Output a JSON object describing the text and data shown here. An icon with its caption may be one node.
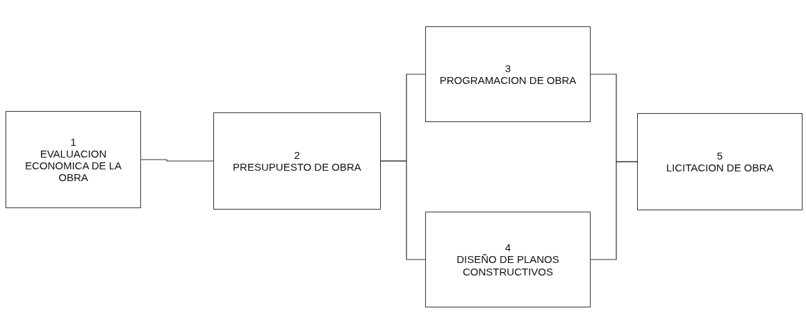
{
  "diagram": {
    "nodes": [
      {
        "text": [
          "1",
          "EVALUACION ECONOMICA DE LA OBRA"
        ]
      },
      {
        "text": [
          "2",
          "PRESUPUESTO DE OBRA"
        ]
      },
      {
        "text": [
          "3",
          "PROGRAMACION DE OBRA"
        ]
      },
      {
        "text": [
          "4",
          "DISEÑO DE PLANOS CONSTRUCTIVOS"
        ]
      },
      {
        "text": [
          "5",
          "LICITACION DE OBRA"
        ]
      }
    ],
    "edges": [
      {
        "from": 0,
        "to": 1,
        "arrow": "none"
      },
      {
        "from": 1,
        "to": 2,
        "arrow": "none"
      },
      {
        "from": 1,
        "to": 3,
        "arrow": "none"
      },
      {
        "from": 2,
        "to": 4,
        "arrow": "none"
      },
      {
        "from": 3,
        "to": 4,
        "arrow": "none"
      }
    ]
  }
}
